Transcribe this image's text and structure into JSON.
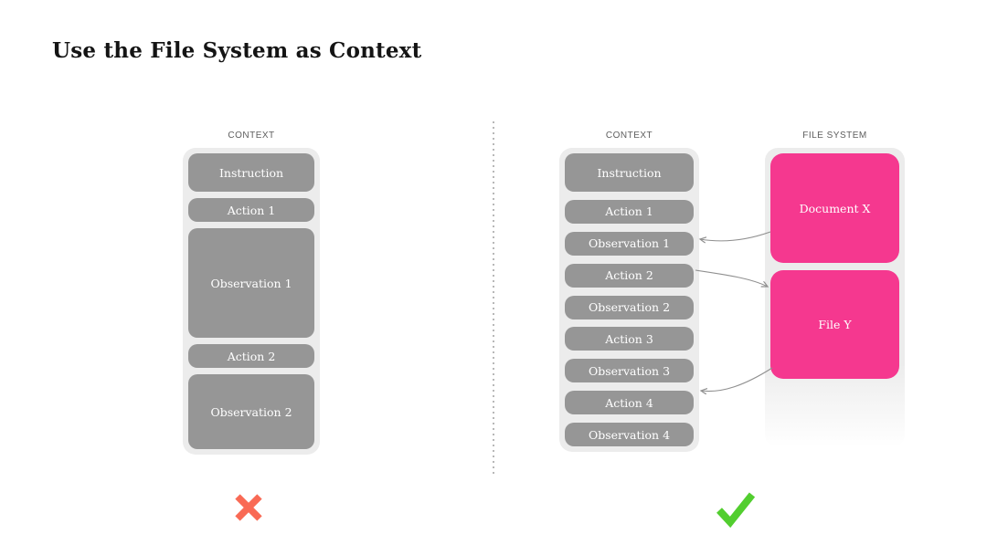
{
  "title": "Use the File System as Context",
  "left": {
    "label": "CONTEXT",
    "blocks": [
      {
        "label": "Instruction"
      },
      {
        "label": "Action 1"
      },
      {
        "label": "Observation 1"
      },
      {
        "label": "Action 2"
      },
      {
        "label": "Observation 2"
      }
    ],
    "verdict": "cross"
  },
  "right": {
    "context": {
      "label": "CONTEXT",
      "blocks": [
        {
          "label": "Instruction"
        },
        {
          "label": "Action 1"
        },
        {
          "label": "Observation 1"
        },
        {
          "label": "Action 2"
        },
        {
          "label": "Observation 2"
        },
        {
          "label": "Action 3"
        },
        {
          "label": "Observation 3"
        },
        {
          "label": "Action 4"
        },
        {
          "label": "Observation 4"
        }
      ]
    },
    "file_system": {
      "label": "FILE SYSTEM",
      "blocks": [
        {
          "label": "Document X"
        },
        {
          "label": "File Y"
        }
      ]
    },
    "arrows": [
      {
        "from": "Document X",
        "to": "Observation 1"
      },
      {
        "from": "Action 2",
        "to": "File Y"
      },
      {
        "from": "File Y",
        "to": "Action 4"
      }
    ],
    "verdict": "check"
  },
  "colors": {
    "block_gray": "#969696",
    "container_gray": "#ececec",
    "file_pink": "#f5388f",
    "cross_red": "#f96a55",
    "check_green": "#52ce2f",
    "arrow_gray": "#8f8f8f"
  }
}
